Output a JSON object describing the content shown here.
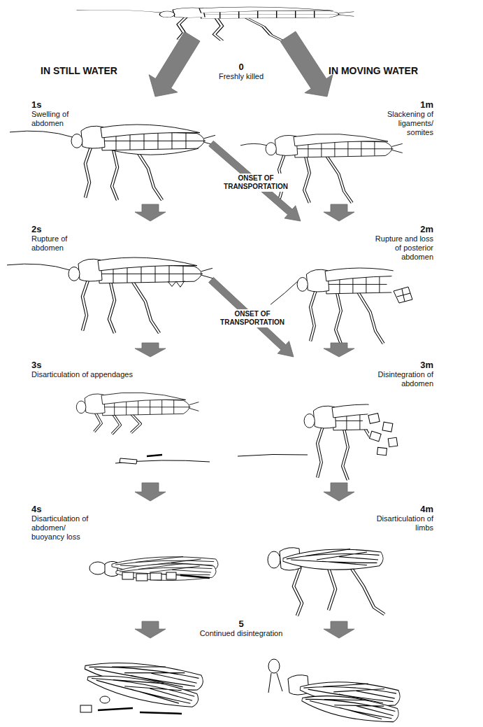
{
  "diagram": {
    "nodes": [
      {
        "text": [
          "0",
          "Freshly killed"
        ]
      },
      {
        "text": [
          "1s",
          "Swelling of abdomen"
        ]
      },
      {
        "text": [
          "1m",
          "Slackening of ligaments/ somites"
        ]
      },
      {
        "text": [
          "2s",
          "Rupture of abdomen"
        ]
      },
      {
        "text": [
          "2m",
          "Rupture and loss of posterior abdomen"
        ]
      },
      {
        "text": [
          "3s",
          "Disarticulation of appendages"
        ]
      },
      {
        "text": [
          "3m",
          "Disintegration of abdomen"
        ]
      },
      {
        "text": [
          "4s",
          "Disarticulation of abdomen/ buoyancy loss"
        ]
      },
      {
        "text": [
          "4m",
          "Disarticulation of limbs"
        ]
      },
      {
        "text": [
          "5",
          "Continued disintegration"
        ]
      }
    ],
    "edges": [
      {
        "from": 0,
        "to": 1,
        "arrow": "to"
      },
      {
        "from": 0,
        "to": 2,
        "arrow": "to"
      },
      {
        "from": 1,
        "to": 3,
        "arrow": "to"
      },
      {
        "from": 1,
        "to": 4,
        "label": "ONSET OF TRANSPORTATION",
        "arrow": "to"
      },
      {
        "from": 2,
        "to": 4,
        "arrow": "to"
      },
      {
        "from": 3,
        "to": 5,
        "arrow": "to"
      },
      {
        "from": 3,
        "to": 6,
        "label": "ONSET OF TRANSPORTATION",
        "arrow": "to"
      },
      {
        "from": 4,
        "to": 6,
        "arrow": "to"
      },
      {
        "from": 5,
        "to": 7,
        "arrow": "to"
      },
      {
        "from": 6,
        "to": 8,
        "arrow": "to"
      },
      {
        "from": 7,
        "to": 9,
        "arrow": "to"
      },
      {
        "from": 8,
        "to": 9,
        "arrow": "to"
      }
    ],
    "labels": [
      "IN STILL WATER",
      "IN MOVING WATER"
    ]
  }
}
